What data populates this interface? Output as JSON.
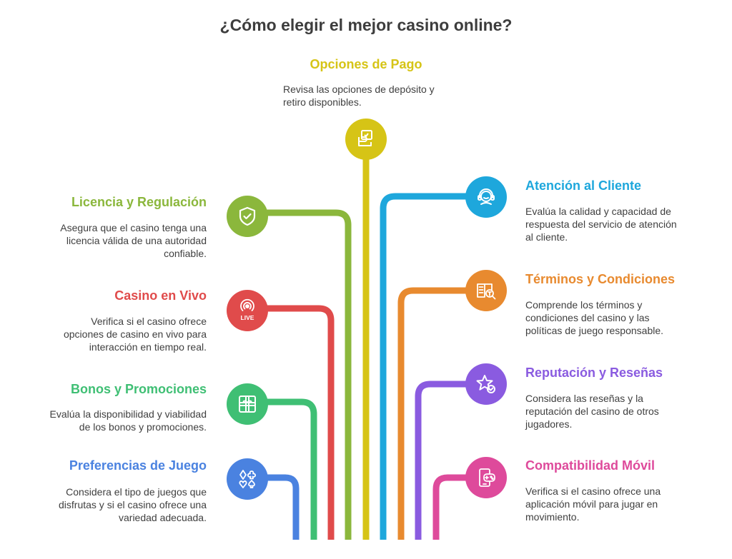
{
  "title": "¿Cómo elegir el mejor casino online?",
  "colors": {
    "pago": "#d6c416",
    "licencia": "#8bb73c",
    "vivo": "#e04b4b",
    "bonos": "#3fbf74",
    "preferencias": "#4a82e0",
    "atencion": "#1ea7dc",
    "terminos": "#e88a2f",
    "reputacion": "#8a5be0",
    "movil": "#de4a9b"
  },
  "items": {
    "pago": {
      "heading": "Opciones de Pago",
      "lines": [
        "Revisa las opciones de depósito y",
        "retiro disponibles."
      ],
      "icon": "wallet-card-icon"
    },
    "licencia": {
      "heading": "Licencia y Regulación",
      "lines": [
        "Asegura que el casino tenga una",
        "licencia válida de una autoridad",
        "confiable."
      ],
      "icon": "shield-check-icon"
    },
    "vivo": {
      "heading": "Casino en Vivo",
      "lines": [
        "Verifica si el casino ofrece",
        "opciones de casino en vivo para",
        "interacción en tiempo real."
      ],
      "icon": "live-broadcast-icon"
    },
    "bonos": {
      "heading": "Bonos y Promociones",
      "lines": [
        "Evalúa la disponibilidad y viabilidad",
        "de los bonos y promociones."
      ],
      "icon": "gift-icon"
    },
    "preferencias": {
      "heading": "Preferencias de Juego",
      "lines": [
        "Considera el tipo de juegos que",
        "disfrutas y si el casino ofrece una",
        "variedad adecuada."
      ],
      "icon": "card-suits-icon"
    },
    "atencion": {
      "heading": "Atención al Cliente",
      "lines": [
        "Evalúa la calidad y capacidad de",
        "respuesta del servicio de atención",
        "al cliente."
      ],
      "icon": "headset-icon"
    },
    "terminos": {
      "heading": "Términos y Condiciones",
      "lines": [
        "Comprende los términos y",
        "condiciones del casino y las",
        "políticas de juego responsable."
      ],
      "icon": "document-search-icon"
    },
    "reputacion": {
      "heading": "Reputación y Reseñas",
      "lines": [
        "Considera las reseñas y la",
        "reputación del casino de otros",
        "jugadores."
      ],
      "icon": "star-check-icon"
    },
    "movil": {
      "heading": "Compatibilidad Móvil",
      "lines": [
        "Verifica si el casino ofrece una",
        "aplicación móvil para jugar en",
        "movimiento."
      ],
      "icon": "mobile-gamepad-icon"
    }
  },
  "live_label": "LIVE"
}
